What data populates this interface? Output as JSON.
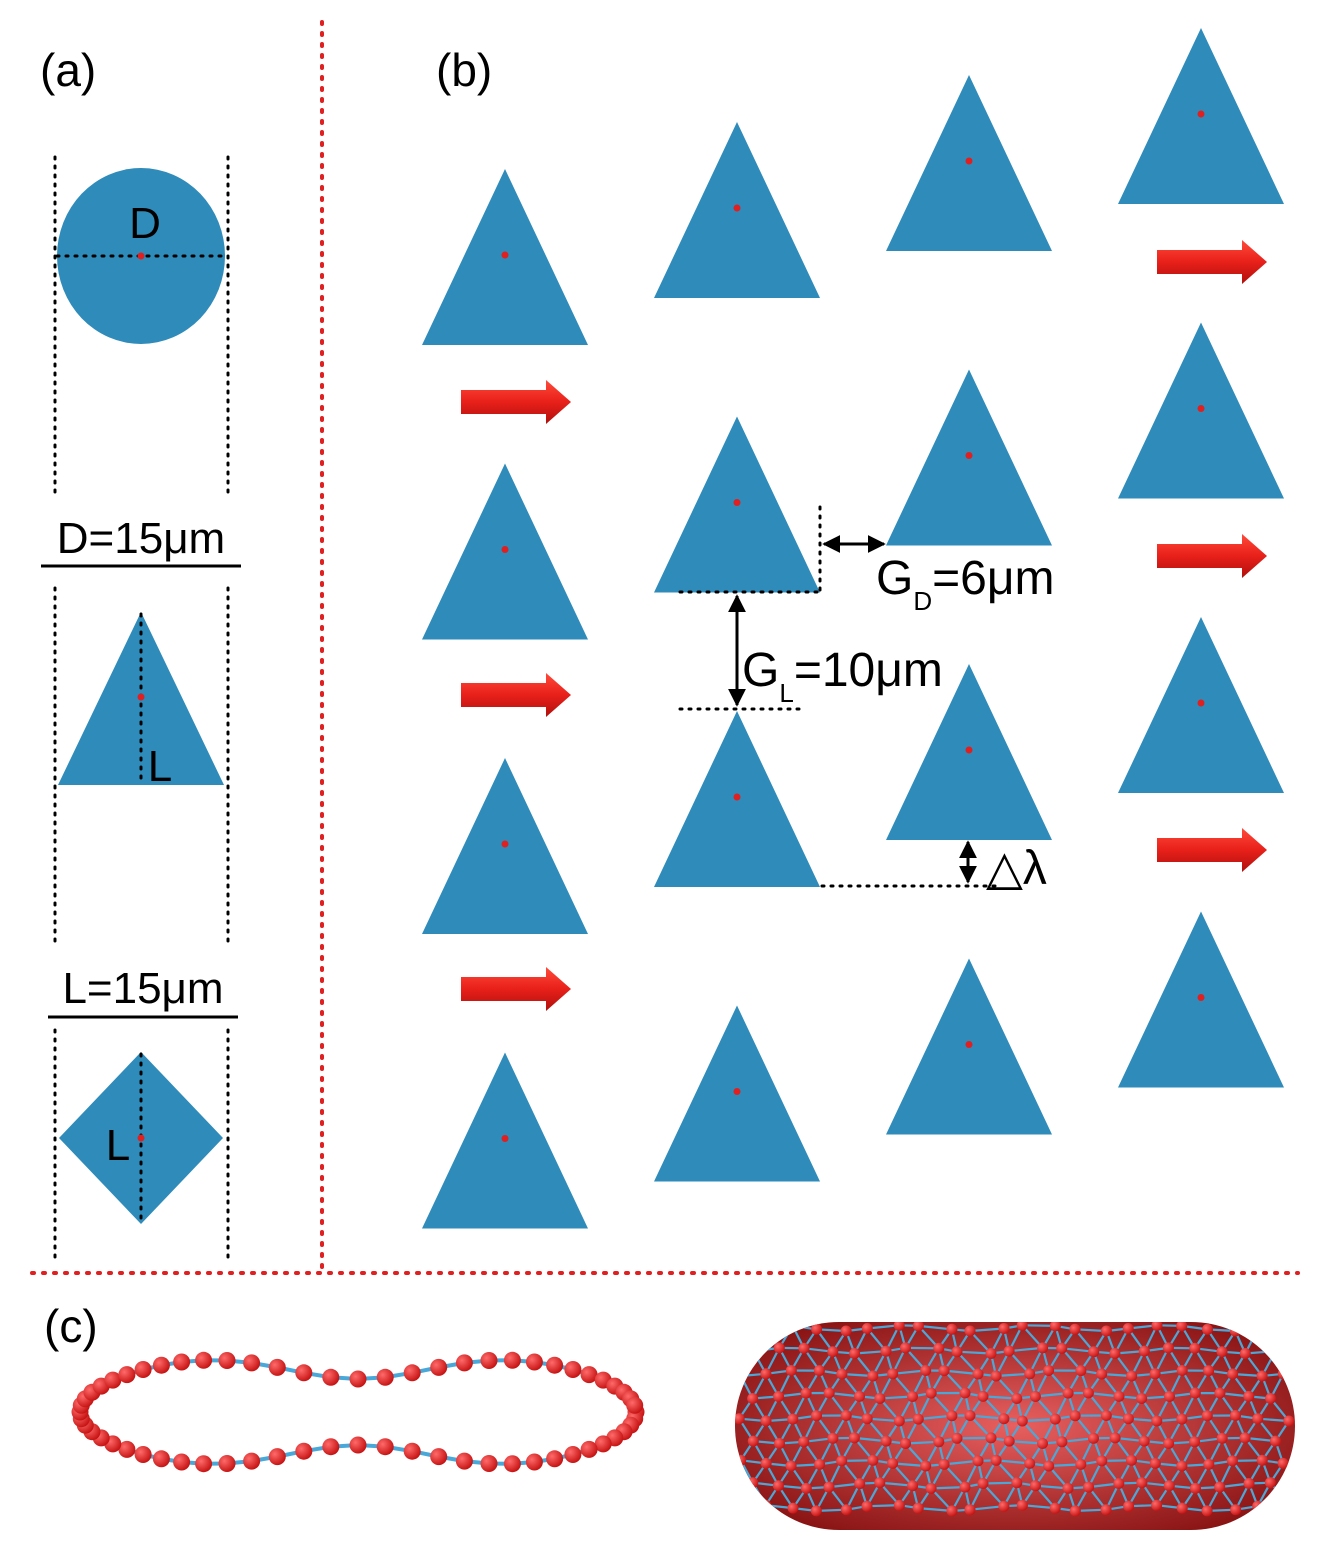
{
  "panels": {
    "a": "(a)",
    "b": "(b)",
    "c": "(c)"
  },
  "panel_a": {
    "circle_label": "D",
    "circle_dimension": "D=15μm",
    "triangle_label": "L",
    "triangle_dimension": "L=15μm",
    "square_label": "L"
  },
  "panel_b": {
    "gap_d_prefix": "G",
    "gap_d_sub": "D",
    "gap_d_suffix": "=6μm",
    "gap_l_prefix": "G",
    "gap_l_sub": "L",
    "gap_l_suffix": "=10μm",
    "shift_label": "△λ",
    "columns": 4,
    "rows": 4
  },
  "colors": {
    "obstacle": "#2e8bba",
    "center_dot": "#e02020",
    "flow_arrow": "#e8201a",
    "divider": "#e02020",
    "mesh_edge": "#4aa8d8",
    "mesh_node": "#e02020"
  },
  "icons": {
    "flow_arrow": "right-arrow-icon",
    "gap_arrow": "double-headed-arrow-icon"
  }
}
